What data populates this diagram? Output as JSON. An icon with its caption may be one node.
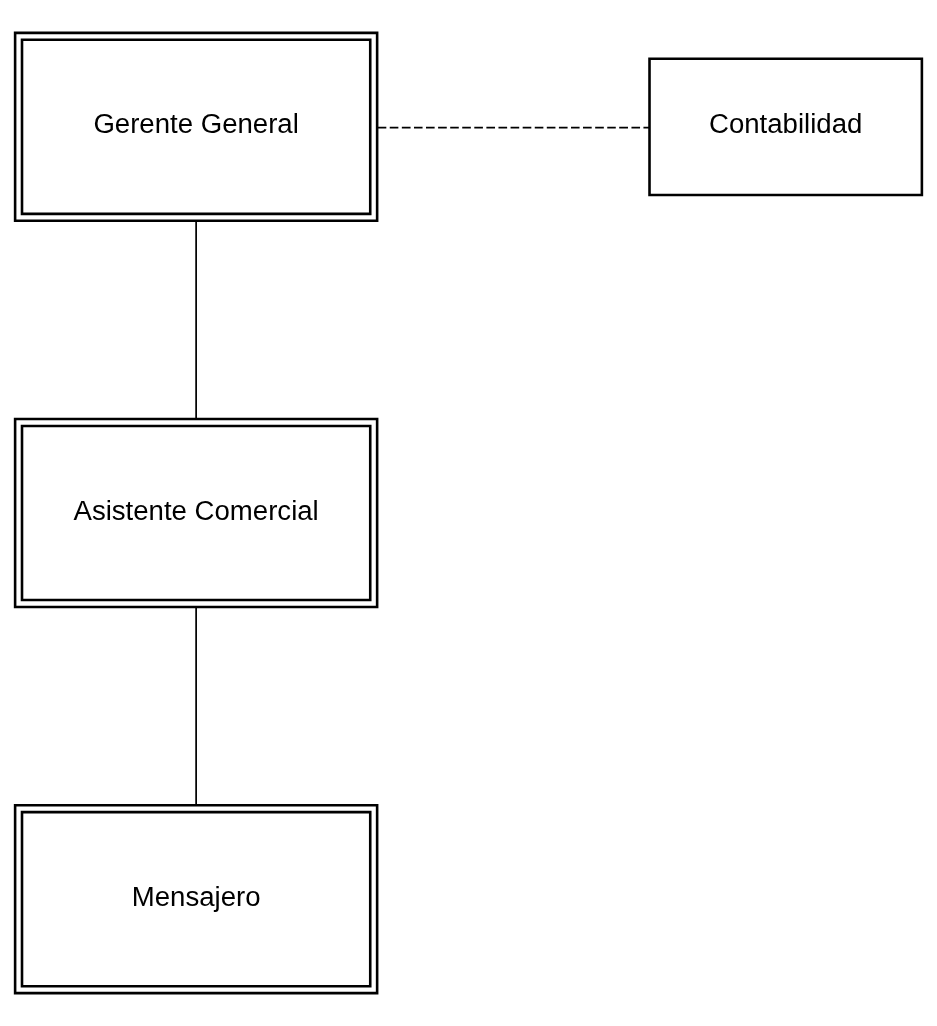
{
  "diagram": {
    "nodes": [
      {
        "text": [
          "Gerente General"
        ]
      },
      {
        "text": [
          "Contabilidad"
        ]
      },
      {
        "text": [
          "Asistente Comercial"
        ]
      },
      {
        "text": [
          "Mensajero"
        ]
      }
    ],
    "edges": [
      {
        "from": 0,
        "to": 1,
        "arrow": "none",
        "style": "dashed"
      },
      {
        "from": 0,
        "to": 2,
        "arrow": "none"
      },
      {
        "from": 2,
        "to": 3,
        "arrow": "none"
      }
    ]
  }
}
